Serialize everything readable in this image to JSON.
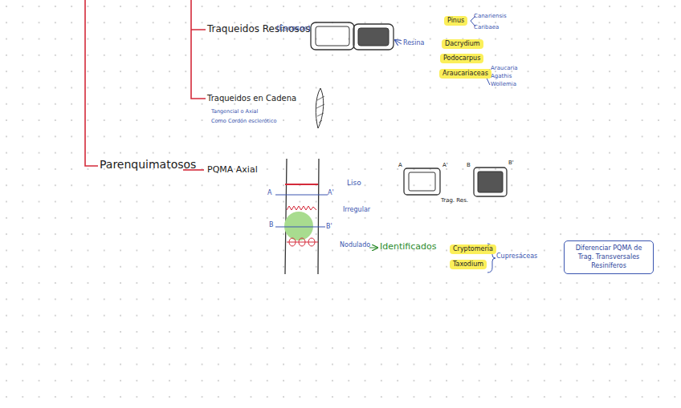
{
  "diagram": {
    "nodes": [
      {
        "text": [
          "Pinus"
        ]
      },
      {
        "text": [
          "Dacrydium"
        ]
      },
      {
        "text": [
          "Podocarpus"
        ]
      },
      {
        "text": [
          "Araucariaceas"
        ]
      },
      {
        "text": [
          "Cryptomeria"
        ]
      },
      {
        "text": [
          "Taxodium"
        ]
      },
      {
        "text": [
          "Diferenciar PQMA de Trag. Transversales Resiníferos"
        ]
      }
    ],
    "labels": [
      "Traqueidos Resinosos",
      "(Escasos)",
      "Resina",
      "Canariensis",
      "Caribaea",
      "Araucaria",
      "Agathis",
      "Wollemia",
      "Traqueidos en Cadena",
      "Tangencial o Axial",
      "Como Cordón esclerótico",
      "Parenquimatosos",
      "PQMA Axial",
      "A",
      "A'",
      "B",
      "B'",
      "Liso",
      "Irregular",
      "Nodulado",
      "Identificados",
      "A",
      "A'",
      "B",
      "B'",
      "Trag. Res.",
      "Cupresáceas"
    ]
  }
}
